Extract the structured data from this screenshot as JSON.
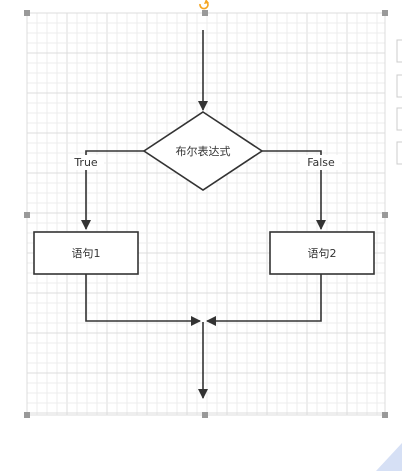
{
  "diagram": {
    "decision": {
      "label": "布尔表达式"
    },
    "statement_left": {
      "label": "语句1"
    },
    "statement_right": {
      "label": "语句2"
    },
    "edge_true": {
      "label": "True"
    },
    "edge_false": {
      "label": "False"
    }
  },
  "colors": {
    "grid_minor": "#ececec",
    "grid_major": "#dcdcdc",
    "stroke": "#333333",
    "handle": "#999999",
    "rotate_handle": "#f5a623",
    "accent_corner": "#d6e0f5"
  }
}
